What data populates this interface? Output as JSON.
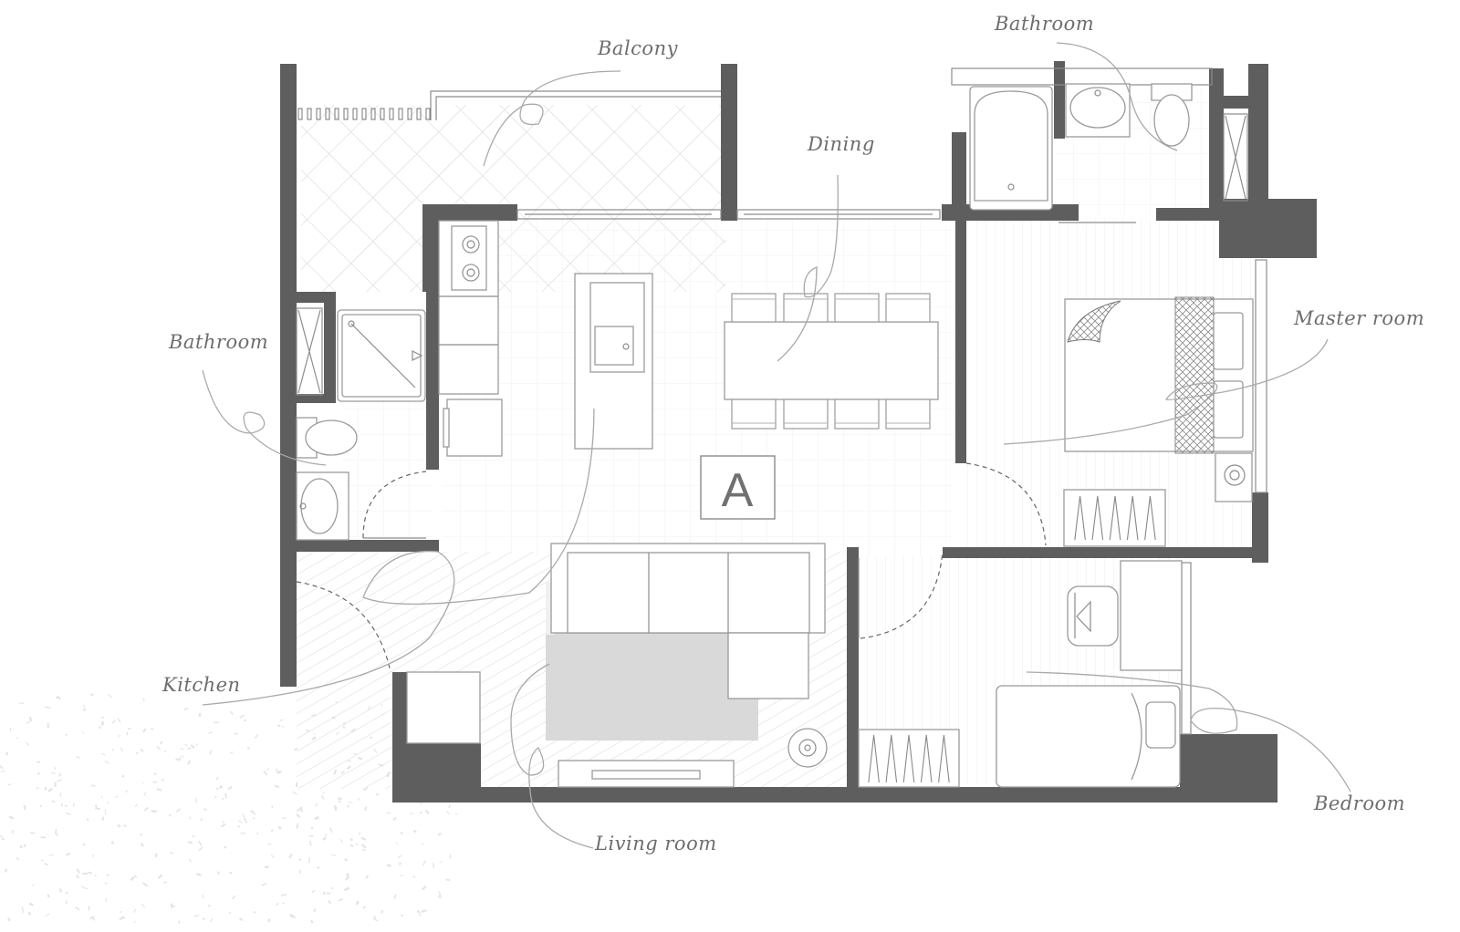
{
  "unit": {
    "letter": "A"
  },
  "labels": {
    "balcony": "Balcony",
    "bathroom_top": "Bathroom",
    "dining": "Dining",
    "bathroom_left": "Bathroom",
    "master_room": "Master room",
    "kitchen": "Kitchen",
    "bedroom": "Bedroom",
    "living_room": "Living room"
  },
  "colors": {
    "wall": "#5e5e5e",
    "line": "#8c8c8c",
    "rug": "#d9d9d9",
    "label": "#6d6d6d"
  }
}
